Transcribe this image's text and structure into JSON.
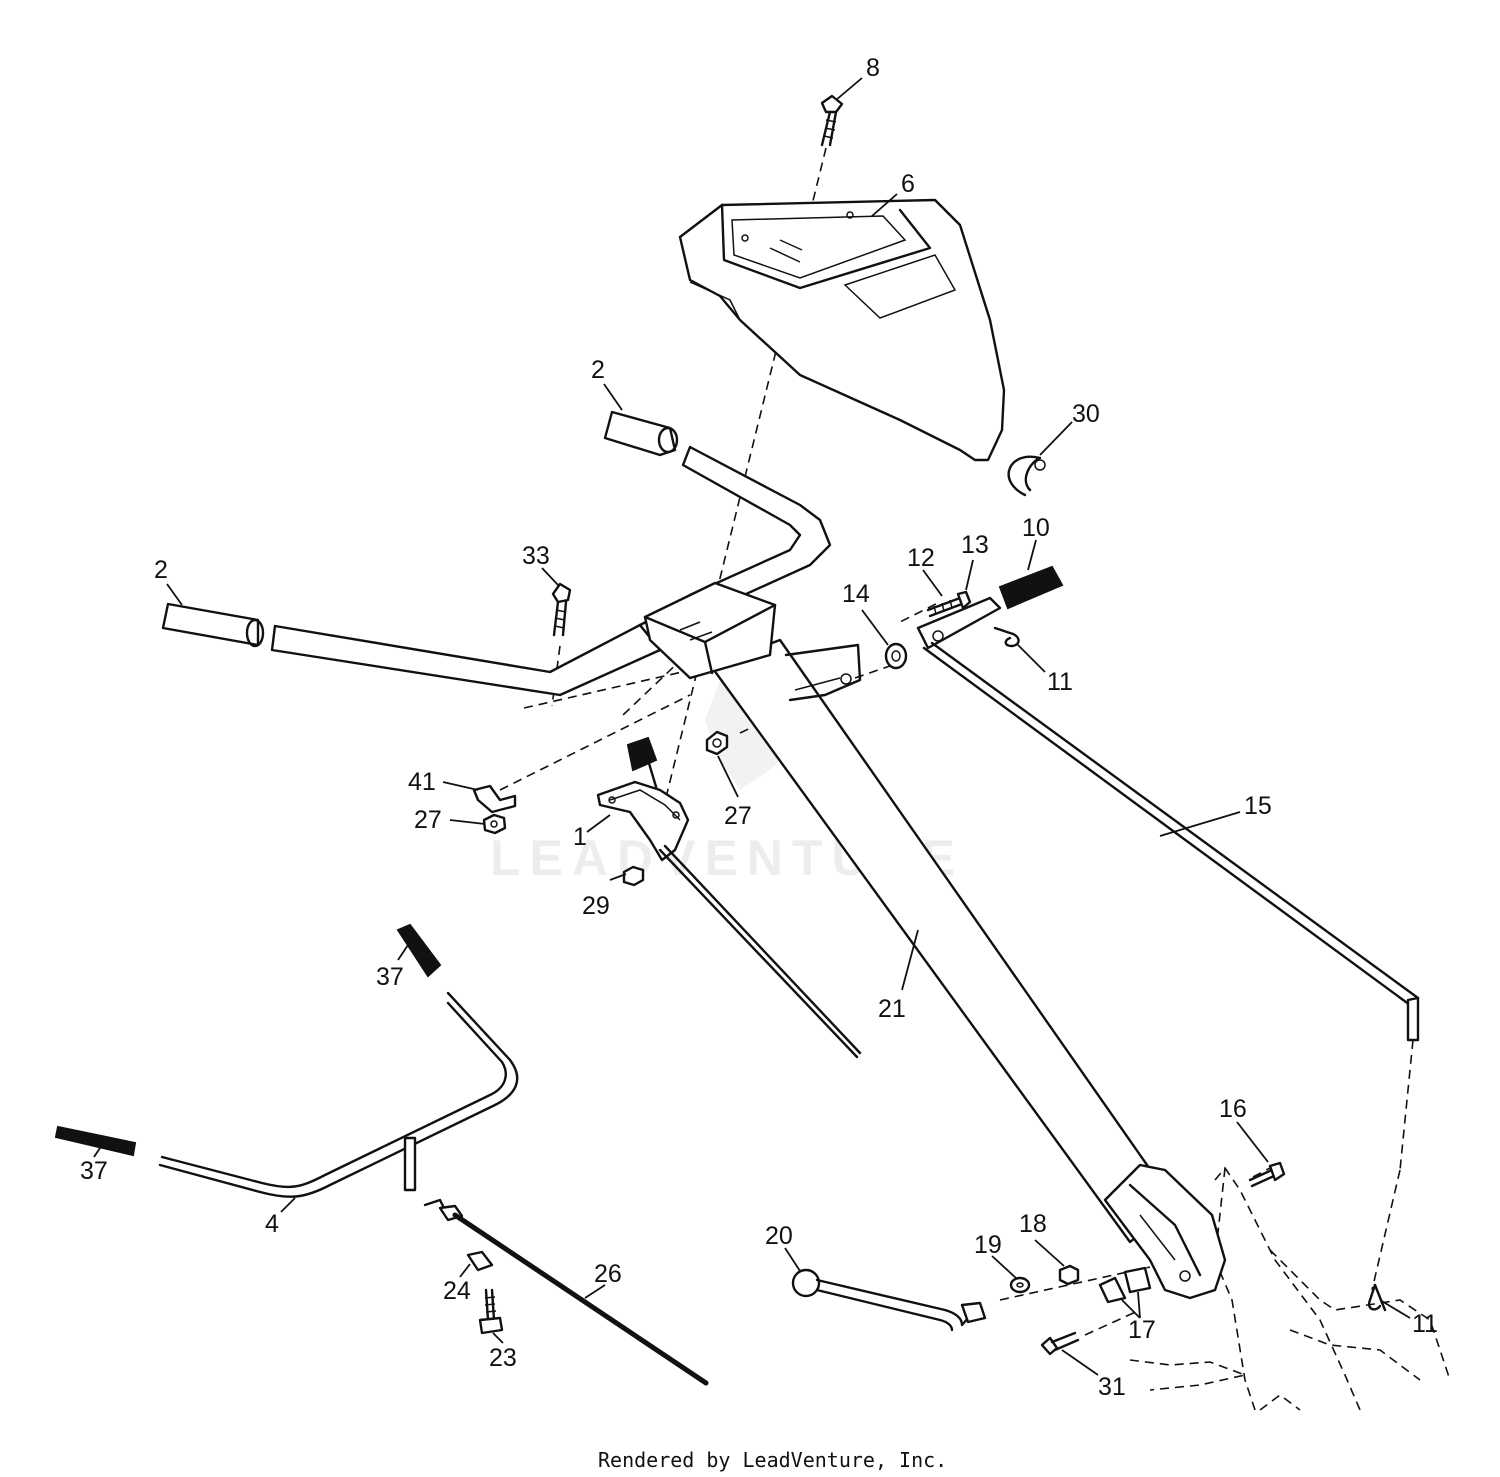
{
  "callouts": [
    {
      "id": "8",
      "text": "8"
    },
    {
      "id": "6",
      "text": "6"
    },
    {
      "id": "2a",
      "text": "2"
    },
    {
      "id": "30",
      "text": "30"
    },
    {
      "id": "2b",
      "text": "2"
    },
    {
      "id": "33",
      "text": "33"
    },
    {
      "id": "12",
      "text": "12"
    },
    {
      "id": "13",
      "text": "13"
    },
    {
      "id": "10",
      "text": "10"
    },
    {
      "id": "14",
      "text": "14"
    },
    {
      "id": "11a",
      "text": "11"
    },
    {
      "id": "41",
      "text": "41"
    },
    {
      "id": "27a",
      "text": "27"
    },
    {
      "id": "27b",
      "text": "27"
    },
    {
      "id": "1",
      "text": "1"
    },
    {
      "id": "15",
      "text": "15"
    },
    {
      "id": "29",
      "text": "29"
    },
    {
      "id": "37a",
      "text": "37"
    },
    {
      "id": "21",
      "text": "21"
    },
    {
      "id": "37b",
      "text": "37"
    },
    {
      "id": "16",
      "text": "16"
    },
    {
      "id": "4",
      "text": "4"
    },
    {
      "id": "20",
      "text": "20"
    },
    {
      "id": "18",
      "text": "18"
    },
    {
      "id": "19",
      "text": "19"
    },
    {
      "id": "26",
      "text": "26"
    },
    {
      "id": "24",
      "text": "24"
    },
    {
      "id": "11b",
      "text": "11"
    },
    {
      "id": "17",
      "text": "17"
    },
    {
      "id": "23",
      "text": "23"
    },
    {
      "id": "31",
      "text": "31"
    }
  ],
  "watermark": "LEADVENTURE",
  "footer": "Rendered by LeadVenture, Inc.",
  "colors": {
    "ink": "#111111",
    "background": "#ffffff",
    "watermark": "#000000"
  }
}
